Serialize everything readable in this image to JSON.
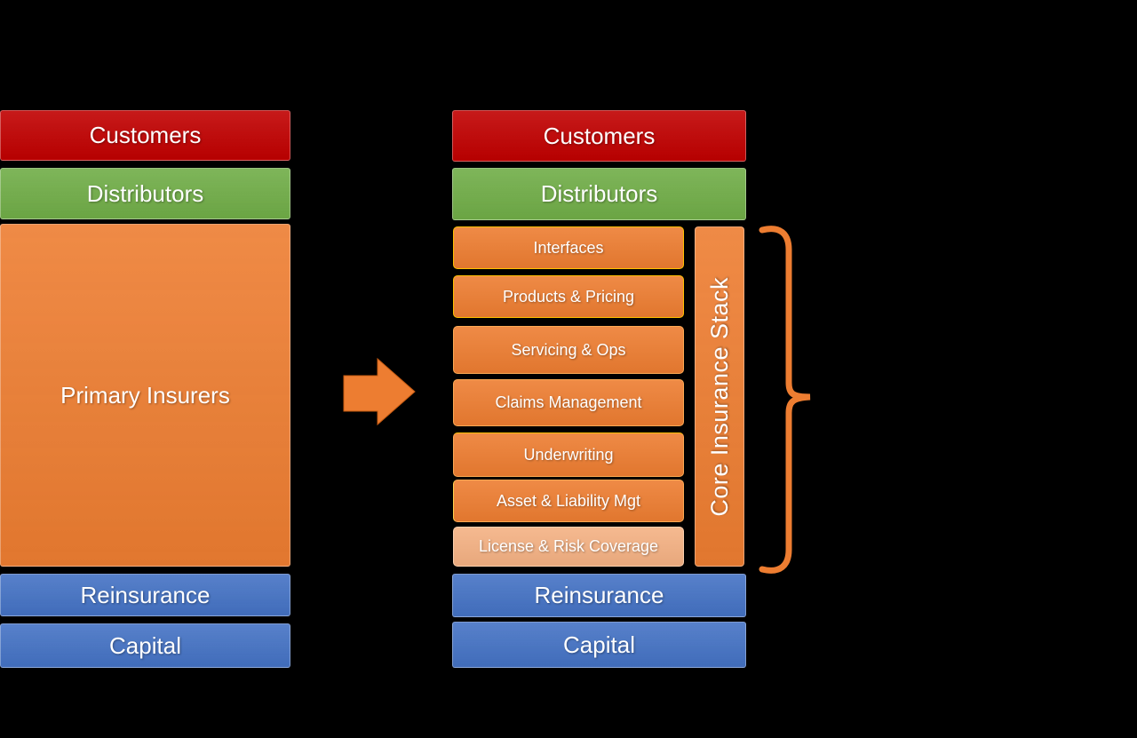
{
  "palette": {
    "background": "#000000",
    "customers_red": "#C00000",
    "distributors_green": "#70AD47",
    "insurer_orange": "#ED7D31",
    "license_light_orange": "#F4B183",
    "capital_blue": "#4472C4",
    "accent_yellow_border": "#FFC000",
    "text": "#FFFFFF"
  },
  "left_stack": {
    "customers": "Customers",
    "distributors": "Distributors",
    "primary_insurers": "Primary Insurers",
    "reinsurance": "Reinsurance",
    "capital": "Capital"
  },
  "right_stack": {
    "customers": "Customers",
    "distributors": "Distributors",
    "modules": [
      {
        "label": "Interfaces"
      },
      {
        "label": "Products & Pricing"
      },
      {
        "label": "Servicing & Ops"
      },
      {
        "label": "Claims Management"
      },
      {
        "label": "Underwriting"
      },
      {
        "label": "Asset & Liability Mgt"
      },
      {
        "label": "License & Risk Coverage"
      }
    ],
    "core_stack_label": "Core Insurance Stack",
    "reinsurance": "Reinsurance",
    "capital": "Capital"
  },
  "icons": {
    "arrow": "right-block-arrow",
    "brace": "right-curly-brace"
  }
}
